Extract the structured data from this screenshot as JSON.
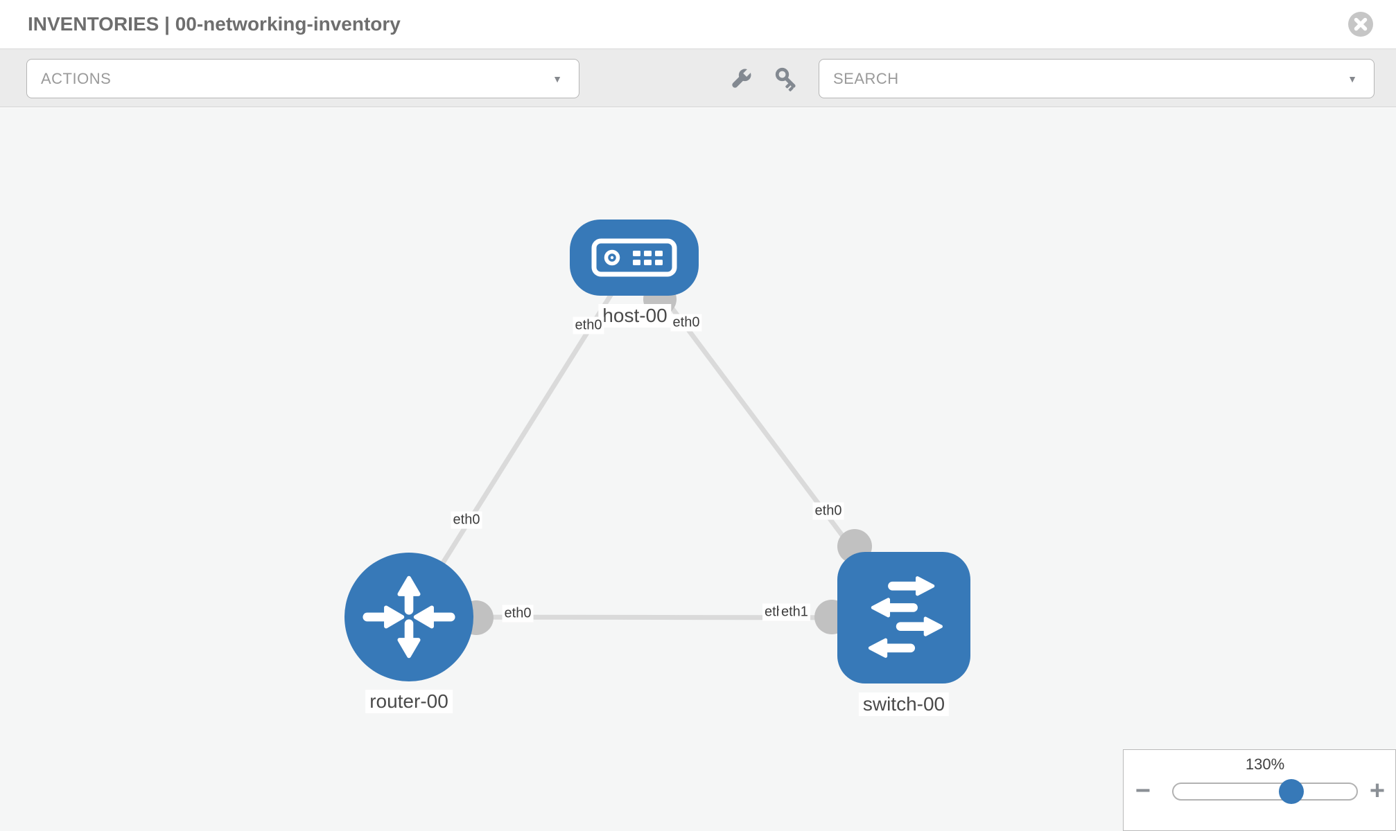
{
  "header": {
    "title": "INVENTORIES | 00-networking-inventory"
  },
  "toolbar": {
    "actions_label": "ACTIONS",
    "search_label": "SEARCH",
    "caret": "▼",
    "tool_icons": [
      "wrench-icon",
      "key-icon"
    ]
  },
  "topology": {
    "nodes": [
      {
        "id": "host-00",
        "label": "host-00",
        "type": "host",
        "shape": "rounded-rectangle",
        "icon": "server-icon"
      },
      {
        "id": "router-00",
        "label": "router-00",
        "type": "router",
        "shape": "circle",
        "icon": "router-arrows-icon"
      },
      {
        "id": "switch-00",
        "label": "switch-00",
        "type": "switch",
        "shape": "rounded-square",
        "icon": "switch-arrows-icon"
      }
    ],
    "links": [
      {
        "from": "host-00",
        "from_interface": "eth0",
        "to": "router-00",
        "to_interface": "eth0"
      },
      {
        "from": "host-00",
        "from_interface": "eth0",
        "to": "switch-00",
        "to_interface": "eth0"
      },
      {
        "from": "router-00",
        "from_interface": "eth0",
        "to": "switch-00",
        "to_interface": "eth1",
        "overlapped_label": "eth0"
      }
    ],
    "colors": {
      "node_blue": "#3779b8",
      "link_gray": "#dadada",
      "connector_gray": "#c1c1c1",
      "canvas_bg": "#f5f6f6",
      "toolbar_bg": "#ebebeb"
    }
  },
  "zoom_control": {
    "value": "130%",
    "minus_label": "−",
    "plus_label": "+",
    "slider_position_pct": 64
  }
}
